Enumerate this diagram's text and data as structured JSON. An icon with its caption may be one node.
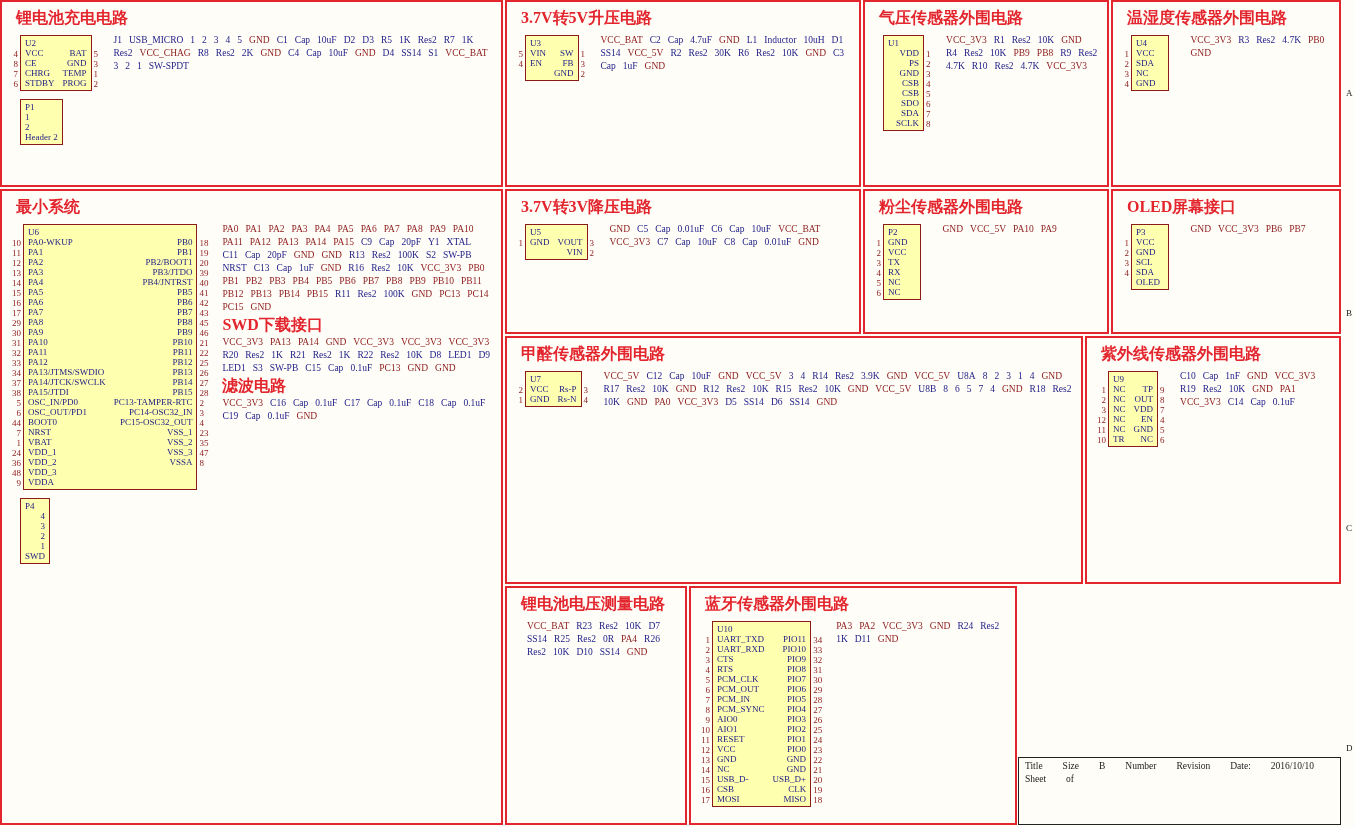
{
  "diagram": {
    "nodes": [
      {
        "text": [
          "锂电池充电电路",
          "J1",
          "USB_MICRO",
          "1",
          "2",
          "3",
          "4",
          "5",
          "GND",
          "C1",
          "Cap",
          "10uF",
          "D2",
          "D3",
          "R5",
          "1K",
          "Res2",
          "R7",
          "1K",
          "Res2",
          "VCC_CHAG",
          "R8",
          "Res2",
          "2K",
          "GND",
          "C4",
          "Cap",
          "10uF",
          "GND",
          "D4",
          "SS14",
          "S1",
          "VCC_BAT",
          "3",
          "2",
          "1",
          "SW-SPDT"
        ]
      },
      {
        "text": [
          "U2",
          "VCC",
          "CE",
          "CHRG",
          "STDBY",
          "BAT",
          "GND",
          "TEMP",
          "PROG"
        ],
        "beside": [
          "4",
          "8",
          "7",
          "6",
          "5",
          "3",
          "1",
          "2"
        ],
        "in": 0
      },
      {
        "text": [
          "P1",
          "1",
          "2",
          "Header 2"
        ],
        "in": 0
      },
      {
        "text": [
          "3.7V转5V升压电路",
          "VCC_BAT",
          "C2",
          "Cap",
          "4.7uF",
          "GND",
          "L1",
          "Inductor",
          "10uH",
          "D1",
          "SS14",
          "VCC_5V",
          "R2",
          "Res2",
          "30K",
          "R6",
          "Res2",
          "10K",
          "GND",
          "C3",
          "Cap",
          "1uF",
          "GND"
        ]
      },
      {
        "text": [
          "U3",
          "VIN",
          "EN",
          "SW",
          "FB",
          "GND"
        ],
        "beside": [
          "5",
          "4",
          "1",
          "3",
          "2"
        ],
        "in": 3
      },
      {
        "text": [
          "气压传感器外围电路",
          "VCC_3V3",
          "R1",
          "Res2",
          "10K",
          "GND",
          "R4",
          "Res2",
          "10K",
          "PB9",
          "PB8",
          "R9",
          "Res2",
          "4.7K",
          "R10",
          "Res2",
          "4.7K",
          "VCC_3V3"
        ]
      },
      {
        "text": [
          "U1",
          "VDD",
          "PS",
          "GND",
          "CSB",
          "CSB",
          "SDO",
          "SDA",
          "SCLK"
        ],
        "beside": [
          "1",
          "2",
          "3",
          "4",
          "5",
          "6",
          "7",
          "8"
        ],
        "in": 5
      },
      {
        "text": [
          "温湿度传感器外围电路",
          "VCC_3V3",
          "R3",
          "Res2",
          "4.7K",
          "PB0",
          "GND"
        ]
      },
      {
        "text": [
          "U4",
          "VCC",
          "SDA",
          "NC",
          "GND"
        ],
        "beside": [
          "1",
          "2",
          "3",
          "4"
        ],
        "in": 7
      },
      {
        "text": [
          "3.7V转3V降压电路",
          "GND",
          "C5",
          "Cap",
          "0.01uF",
          "C6",
          "Cap",
          "10uF",
          "VCC_BAT",
          "VCC_3V3",
          "C7",
          "Cap",
          "10uF",
          "C8",
          "Cap",
          "0.01uF",
          "GND"
        ]
      },
      {
        "text": [
          "U5",
          "GND",
          "VOUT",
          "VIN"
        ],
        "beside": [
          "1",
          "3",
          "2"
        ],
        "in": 9
      },
      {
        "text": [
          "粉尘传感器外围电路",
          "GND",
          "VCC_5V",
          "PA10",
          "PA9"
        ]
      },
      {
        "text": [
          "P2",
          "GND",
          "VCC",
          "TX",
          "RX",
          "NC",
          "NC"
        ],
        "beside": [
          "1",
          "2",
          "3",
          "4",
          "5",
          "6"
        ],
        "in": 11
      },
      {
        "text": [
          "OLED屏幕接口",
          "GND",
          "VCC_3V3",
          "PB6",
          "PB7"
        ]
      },
      {
        "text": [
          "P3",
          "VCC",
          "GND",
          "SCL",
          "SDA",
          "OLED"
        ],
        "beside": [
          "1",
          "2",
          "3",
          "4"
        ],
        "in": 13
      },
      {
        "text": [
          "最小系统",
          "PA0",
          "PA1",
          "PA2",
          "PA3",
          "PA4",
          "PA5",
          "PA6",
          "PA7",
          "PA8",
          "PA9",
          "PA10",
          "PA11",
          "PA12",
          "PA13",
          "PA14",
          "PA15",
          "C9",
          "Cap",
          "20pF",
          "Y1",
          "XTAL",
          "C11",
          "Cap",
          "20pF",
          "GND",
          "GND",
          "R13",
          "Res2",
          "100K",
          "S2",
          "SW-PB",
          "NRST",
          "C13",
          "Cap",
          "1uF",
          "GND",
          "R16",
          "Res2",
          "10K",
          "VCC_3V3",
          "PB0",
          "PB1",
          "PB2",
          "PB3",
          "PB4",
          "PB5",
          "PB6",
          "PB7",
          "PB8",
          "PB9",
          "PB10",
          "PB11",
          "PB12",
          "PB13",
          "PB14",
          "PB15",
          "R11",
          "Res2",
          "100K",
          "GND",
          "PC13",
          "PC14",
          "PC15",
          "GND",
          "SWD下载接口",
          "VCC_3V3",
          "PA13",
          "PA14",
          "GND",
          "VCC_3V3",
          "VCC_3V3",
          "VCC_3V3",
          "R20",
          "Res2",
          "1K",
          "R21",
          "Res2",
          "1K",
          "R22",
          "Res2",
          "10K",
          "D8",
          "LED1",
          "D9",
          "LED1",
          "S3",
          "SW-PB",
          "C15",
          "Cap",
          "0.1uF",
          "PC13",
          "GND",
          "GND",
          "滤波电路",
          "VCC_3V3",
          "C16",
          "Cap",
          "0.1uF",
          "C17",
          "Cap",
          "0.1uF",
          "C18",
          "Cap",
          "0.1uF",
          "C19",
          "Cap",
          "0.1uF",
          "GND"
        ]
      },
      {
        "text": [
          "U6",
          "PA0-WKUP",
          "PA1",
          "PA2",
          "PA3",
          "PA4",
          "PA5",
          "PA6",
          "PA7",
          "PA8",
          "PA9",
          "PA10",
          "PA11",
          "PA12",
          "PA13/JTMS/SWDIO",
          "PA14/JTCK/SWCLK",
          "PA15/JTDI",
          "OSC_IN/PD0",
          "OSC_OUT/PD1",
          "BOOT0",
          "NRST",
          "VBAT",
          "VDD_1",
          "VDD_2",
          "VDD_3",
          "VDDA",
          "PB0",
          "PB1",
          "PB2/BOOT1",
          "PB3/JTDO",
          "PB4/JNTRST",
          "PB5",
          "PB6",
          "PB7",
          "PB8",
          "PB9",
          "PB10",
          "PB11",
          "PB12",
          "PB13",
          "PB14",
          "PB15",
          "PC13-TAMPER-RTC",
          "PC14-OSC32_IN",
          "PC15-OSC32_OUT",
          "VSS_1",
          "VSS_2",
          "VSS_3",
          "VSSA"
        ],
        "beside": [
          "10",
          "11",
          "12",
          "13",
          "14",
          "15",
          "16",
          "17",
          "29",
          "30",
          "31",
          "32",
          "33",
          "34",
          "37",
          "38",
          "5",
          "6",
          "44",
          "7",
          "1",
          "24",
          "36",
          "48",
          "9",
          "18",
          "19",
          "20",
          "39",
          "40",
          "41",
          "42",
          "43",
          "45",
          "46",
          "21",
          "22",
          "25",
          "26",
          "27",
          "28",
          "2",
          "3",
          "4",
          "23",
          "35",
          "47",
          "8"
        ],
        "in": 15
      },
      {
        "text": [
          "P4",
          "4",
          "3",
          "2",
          "1",
          "SWD"
        ],
        "in": 15
      },
      {
        "text": [
          "甲醛传感器外围电路",
          "VCC_5V",
          "C12",
          "Cap",
          "10uF",
          "GND",
          "VCC_5V",
          "3",
          "4",
          "R14",
          "Res2",
          "3.9K",
          "GND",
          "VCC_5V",
          "U8A",
          "8",
          "2",
          "3",
          "1",
          "4",
          "GND",
          "R17",
          "Res2",
          "10K",
          "GND",
          "R12",
          "Res2",
          "10K",
          "R15",
          "Res2",
          "10K",
          "GND",
          "VCC_5V",
          "U8B",
          "8",
          "6",
          "5",
          "7",
          "4",
          "GND",
          "R18",
          "Res2",
          "10K",
          "GND",
          "PA0",
          "VCC_3V3",
          "D5",
          "SS14",
          "D6",
          "SS14",
          "GND"
        ]
      },
      {
        "text": [
          "U7",
          "VCC",
          "GND",
          "Rs-P",
          "Rs-N"
        ],
        "beside": [
          "2",
          "1",
          "3",
          "4"
        ],
        "in": 18
      },
      {
        "text": [
          "紫外线传感器外围电路",
          "C10",
          "Cap",
          "1nF",
          "GND",
          "VCC_3V3",
          "R19",
          "Res2",
          "10K",
          "GND",
          "PA1",
          "VCC_3V3",
          "C14",
          "Cap",
          "0.1uF"
        ]
      },
      {
        "text": [
          "U9",
          "NC",
          "NC",
          "NC",
          "NC",
          "NC",
          "TR",
          "TP",
          "OUT",
          "VDD",
          "EN",
          "GND",
          "NC"
        ],
        "beside": [
          "1",
          "2",
          "3",
          "12",
          "11",
          "10",
          "9",
          "8",
          "7",
          "4",
          "5",
          "6"
        ],
        "in": 20
      },
      {
        "text": [
          "锂电池电压测量电路",
          "VCC_BAT",
          "R23",
          "Res2",
          "10K",
          "D7",
          "SS14",
          "R25",
          "Res2",
          "0R",
          "PA4",
          "R26",
          "Res2",
          "10K",
          "D10",
          "SS14",
          "GND"
        ]
      },
      {
        "text": [
          "蓝牙传感器外围电路",
          "PA3",
          "PA2",
          "VCC_3V3",
          "GND",
          "R24",
          "Res2",
          "1K",
          "D11",
          "GND"
        ]
      },
      {
        "text": [
          "U10",
          "UART_TXD",
          "UART_RXD",
          "CTS",
          "RTS",
          "PCM_CLK",
          "PCM_OUT",
          "PCM_IN",
          "PCM_SYNC",
          "AIO0",
          "AIO1",
          "RESET",
          "VCC",
          "GND",
          "NC",
          "USB_D-",
          "CSB",
          "MOSI",
          "PIO11",
          "PIO10",
          "PIO9",
          "PIO8",
          "PIO7",
          "PIO6",
          "PIO5",
          "PIO4",
          "PIO3",
          "PIO2",
          "PIO1",
          "PIO0",
          "GND",
          "GND",
          "USB_D+",
          "CLK",
          "MISO"
        ],
        "beside": [
          "1",
          "2",
          "3",
          "4",
          "5",
          "6",
          "7",
          "8",
          "9",
          "10",
          "11",
          "12",
          "13",
          "14",
          "15",
          "16",
          "17",
          "34",
          "33",
          "32",
          "31",
          "30",
          "29",
          "28",
          "27",
          "26",
          "25",
          "24",
          "23",
          "22",
          "21",
          "20",
          "19",
          "18"
        ],
        "in": 23
      },
      {
        "text": [
          "Title",
          "Size",
          "B",
          "Number",
          "Revision",
          "Date:",
          "2016/10/10",
          "Sheet",
          "of"
        ]
      }
    ],
    "labels": [
      "A",
      "B",
      "C",
      "D"
    ]
  }
}
